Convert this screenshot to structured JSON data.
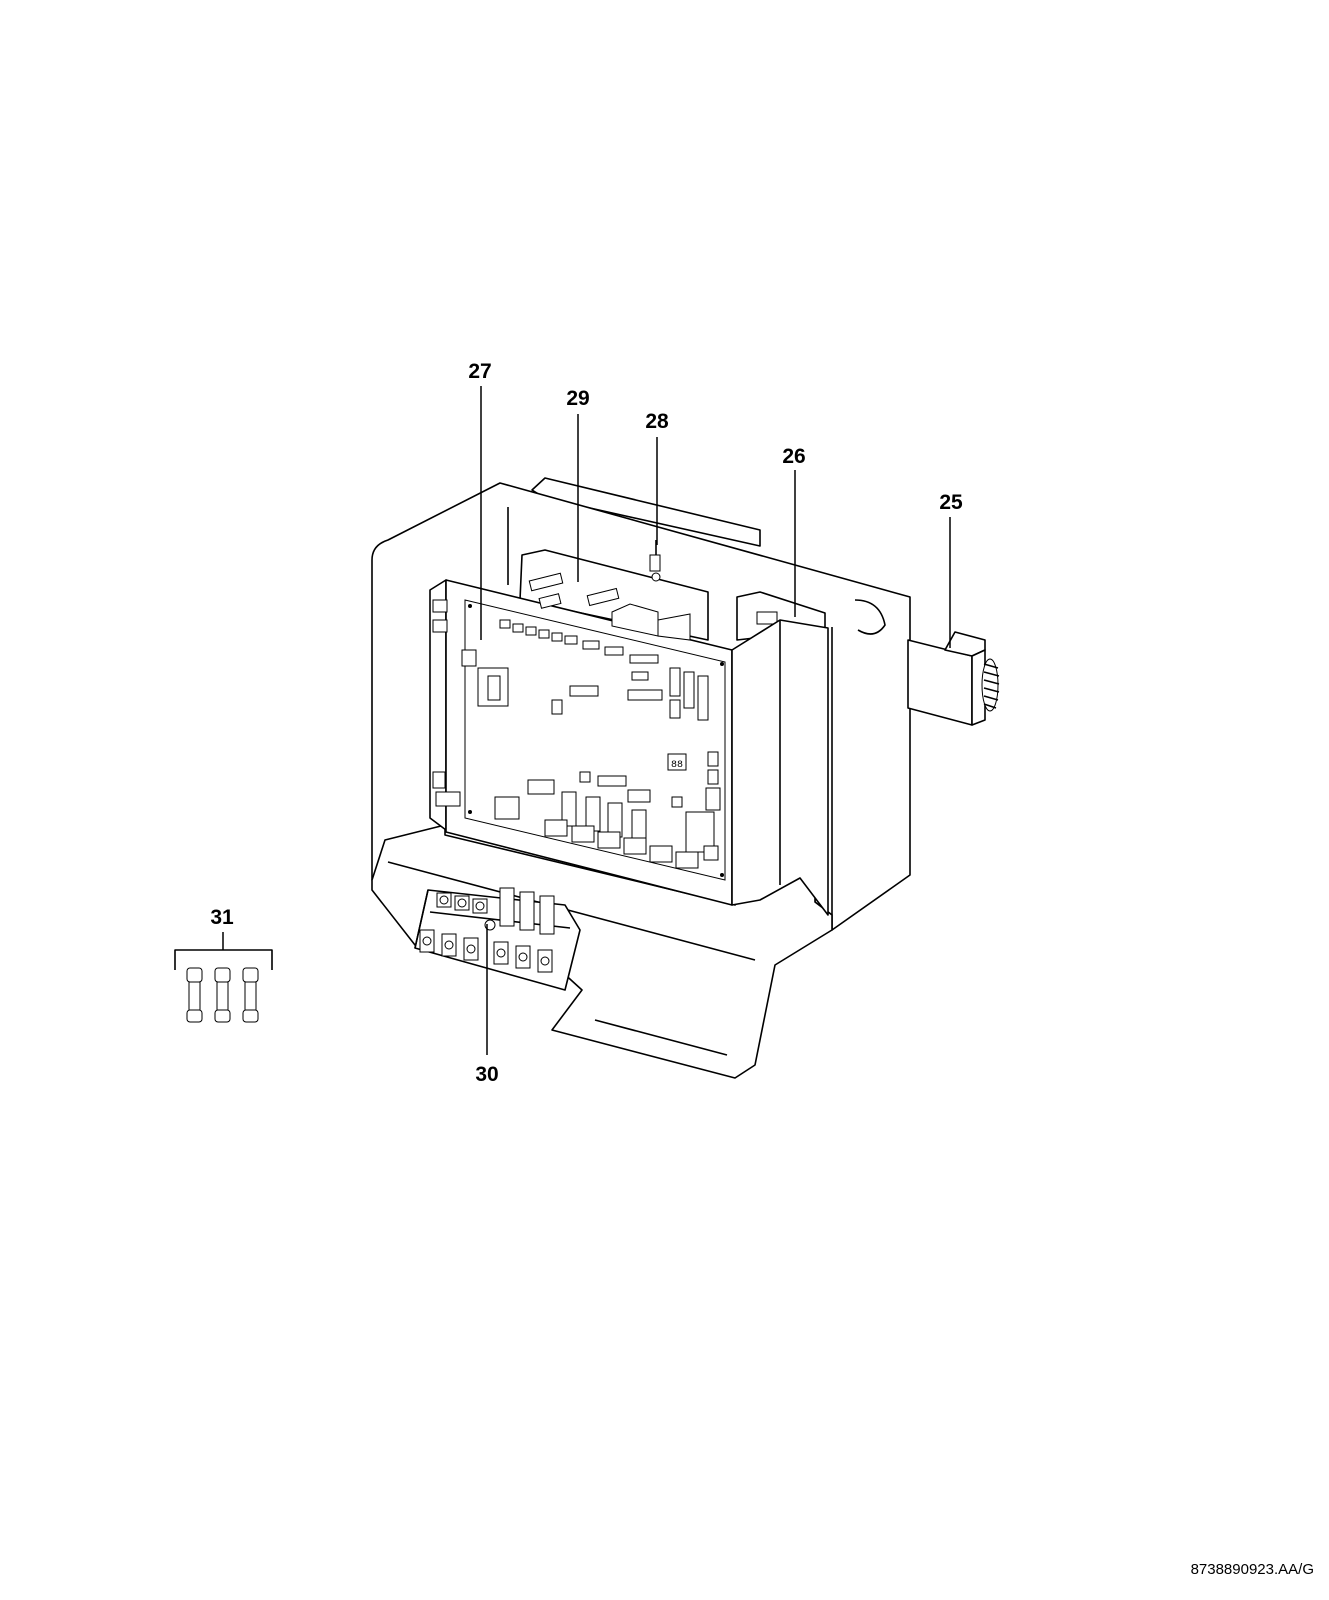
{
  "callouts": [
    {
      "id": "25",
      "label": "25"
    },
    {
      "id": "26",
      "label": "26"
    },
    {
      "id": "27",
      "label": "27"
    },
    {
      "id": "28",
      "label": "28"
    },
    {
      "id": "29",
      "label": "29"
    },
    {
      "id": "30",
      "label": "30"
    },
    {
      "id": "31",
      "label": "31"
    }
  ],
  "drawing_code": "8738890923.AA/G",
  "colors": {
    "line": "#000000",
    "background": "#ffffff"
  }
}
